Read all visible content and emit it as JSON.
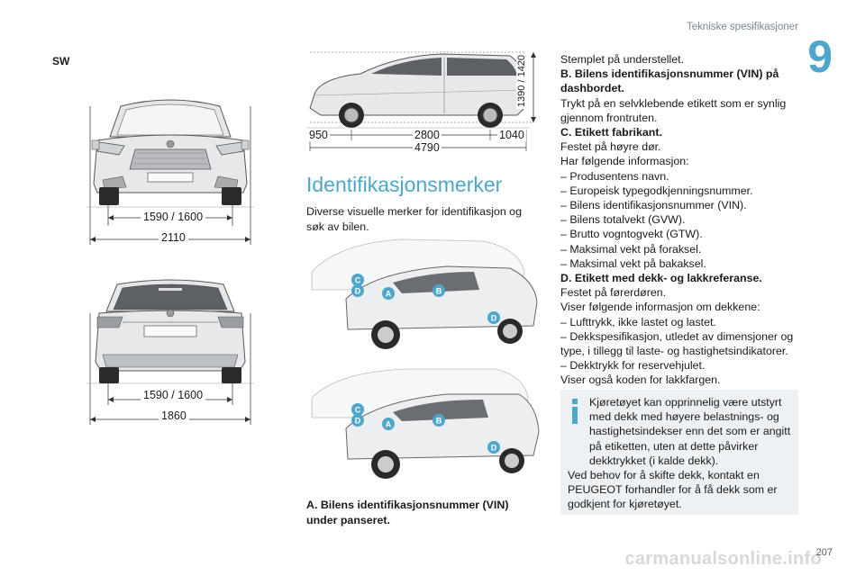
{
  "header": {
    "section_title": "Tekniske spesifikasjoner",
    "chapter": "9",
    "page_number": "207"
  },
  "watermark": "carmanualsonline.info",
  "left": {
    "label": "SW",
    "front": {
      "track": "1590 / 1600",
      "width": "2110"
    },
    "rear": {
      "track": "1590 / 1600",
      "width": "1860"
    }
  },
  "side": {
    "front_overhang": "950",
    "wheelbase": "2800",
    "rear_overhang": "1040",
    "length": "4790",
    "height": "1390 / 1420"
  },
  "middle": {
    "title": "Identifikasjonsmerker",
    "intro": "Diverse visuelle merker for identifikasjon og søk av bilen.",
    "bottom": "A. Bilens identifikasjonsnummer (VIN) under panseret."
  },
  "tags": {
    "a": "A",
    "b": "B",
    "c": "C",
    "d": "D"
  },
  "right": {
    "lines": [
      {
        "text": "Stemplet på understellet.",
        "bold": false
      },
      {
        "text": "B. Bilens identifikasjonsnummer (VIN) på dashbordet.",
        "bold": true
      },
      {
        "text": "Trykt på en selvklebende etikett som er synlig gjennom frontruten.",
        "bold": false
      },
      {
        "text": "C. Etikett fabrikant.",
        "bold": true
      },
      {
        "text": "Festet på høyre dør.",
        "bold": false
      },
      {
        "text": "Har følgende informasjon:",
        "bold": false
      },
      {
        "text": "–  Produsentens navn.",
        "bold": false
      },
      {
        "text": "–  Europeisk typegodkjenningsnummer.",
        "bold": false
      },
      {
        "text": "–  Bilens identifikasjonsnummer (VIN).",
        "bold": false
      },
      {
        "text": "–  Bilens totalvekt (GVW).",
        "bold": false
      },
      {
        "text": "–  Brutto vogntogvekt (GTW).",
        "bold": false
      },
      {
        "text": "–  Maksimal vekt på foraksel.",
        "bold": false
      },
      {
        "text": "–  Maksimal vekt på bakaksel.",
        "bold": false
      },
      {
        "text": "D. Etikett med dekk- og lakkreferanse.",
        "bold": true
      },
      {
        "text": "Festet på førerdøren.",
        "bold": false
      },
      {
        "text": "Viser følgende informasjon om dekkene:",
        "bold": false
      },
      {
        "text": "–  Lufttrykk, ikke lastet og lastet.",
        "bold": false
      },
      {
        "text": "–  Dekkspesifikasjon, utledet av dimensjoner og type, i tillegg til laste- og hastighetsindikatorer.",
        "bold": false
      },
      {
        "text": "–  Dekktrykk for reservehjulet.",
        "bold": false
      },
      {
        "text": "Viser også koden for lakkfargen.",
        "bold": false
      }
    ]
  },
  "info": {
    "p1": "Kjøretøyet kan opprinnelig være utstyrt med dekk med høyere belastnings- og hastighetsindekser enn det som er angitt på etiketten, uten at dette påvirker dekktrykket (i kalde dekk).",
    "p2": "Ved behov for å skifte dekk, kontakt en PEUGEOT forhandler for å få dekk som er godkjent for kjøretøyet."
  },
  "colors": {
    "accent": "#4ea6c9",
    "body": "#1a1a1a",
    "box": "#eef1f4",
    "tag": "#4ea6c9"
  }
}
